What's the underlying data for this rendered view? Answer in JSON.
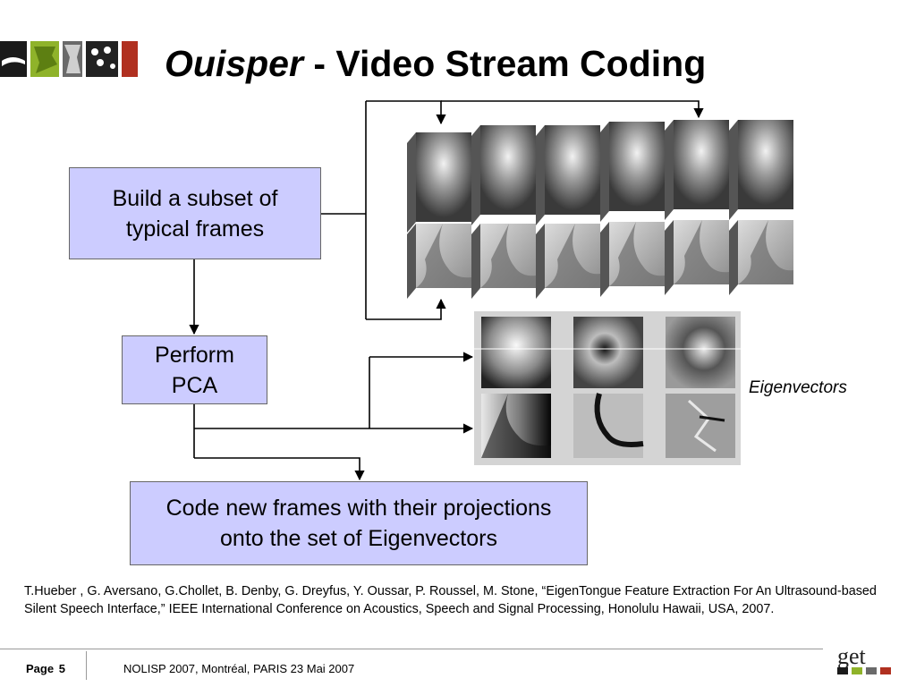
{
  "slide": {
    "title_italic": "Ouisper",
    "title_rest": " - Video Stream Coding"
  },
  "boxes": {
    "subset": {
      "line1": "Build a subset of",
      "line2": "typical frames"
    },
    "pca": {
      "line1": "Perform",
      "line2": "PCA"
    },
    "code": {
      "line1": "Code new frames with their projections",
      "line2": "onto the set of Eigenvectors"
    }
  },
  "eigen_label": "Eigenvectors",
  "reference": "T.Hueber , G. Aversano, G.Chollet, B. Denby, G. Dreyfus, Y. Oussar, P. Roussel, M. Stone, “EigenTongue Feature Extraction For An Ultrasound-based Silent Speech Interface,” IEEE International Conference on Acoustics, Speech  and Signal Processing, Honolulu Hawaii, USA, 2007.",
  "footer": {
    "page_label": "Page",
    "page_number": "5",
    "text": "NOLISP 2007, Montréal,  PARIS 23 Mai 2007"
  },
  "colors": {
    "box_fill": "#ccccff",
    "box_border": "#666666",
    "connector": "#000000"
  }
}
